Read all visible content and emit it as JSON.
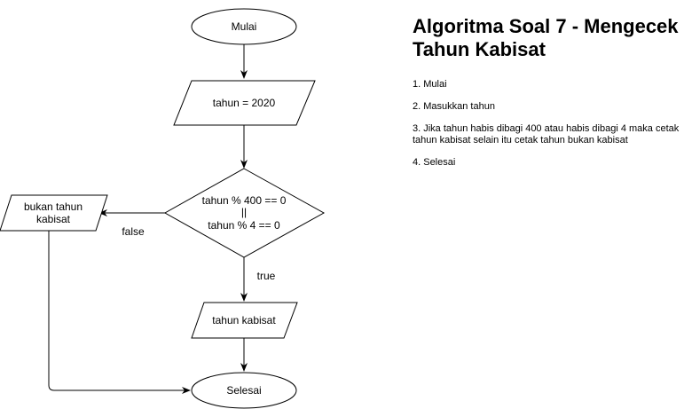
{
  "colors": {
    "stroke": "#000000",
    "fill": "#ffffff",
    "text": "#000000"
  },
  "flowchart": {
    "start": "Mulai",
    "input": "tahun = 2020",
    "decision": [
      "tahun % 400 == 0",
      "||",
      "tahun % 4 == 0"
    ],
    "false_output": [
      "bukan tahun",
      "kabisat"
    ],
    "true_output": "tahun kabisat",
    "end": "Selesai",
    "false_label": "false",
    "true_label": "true"
  },
  "description": {
    "title": "Algoritma Soal 7 - Mengecek Tahun Kabisat",
    "steps": [
      "1. Mulai",
      "2. Masukkan tahun",
      "3. Jika tahun habis dibagi 400 atau habis dibagi 4 maka cetak tahun kabisat selain itu cetak tahun bukan kabisat",
      "4. Selesai"
    ]
  }
}
